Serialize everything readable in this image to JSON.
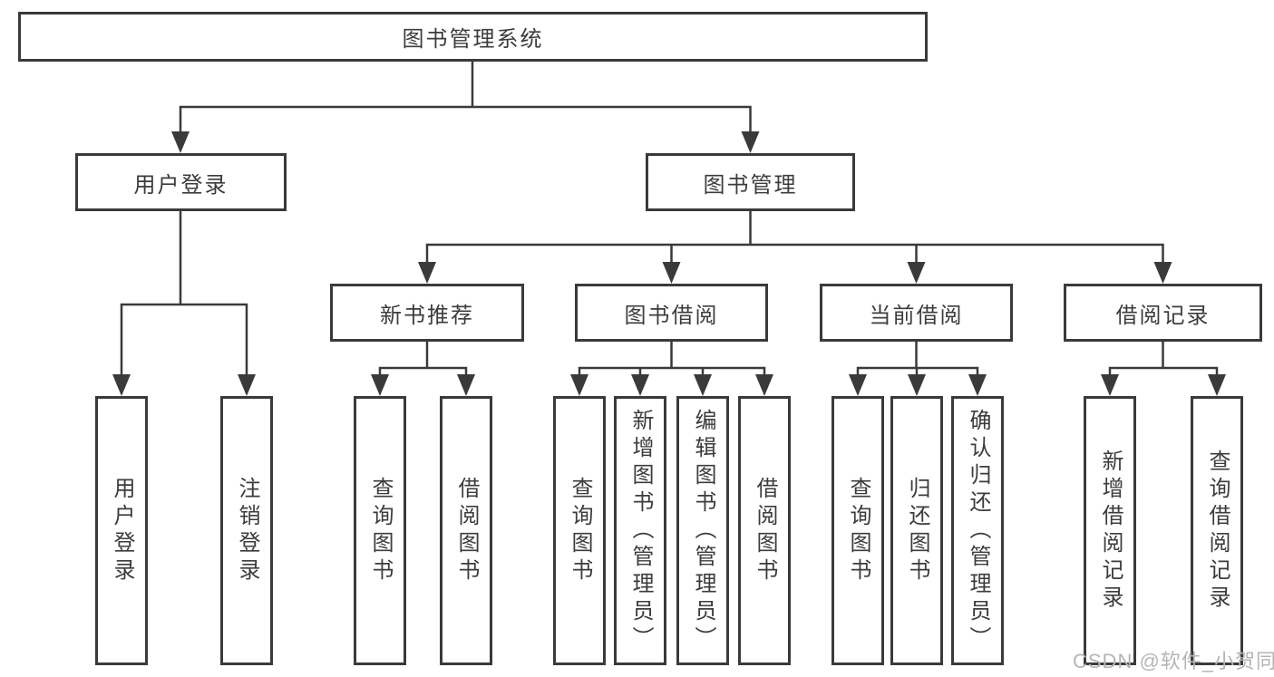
{
  "diagram": {
    "type": "hierarchy-tree",
    "nodes": {
      "root": {
        "label": "图书管理系统"
      },
      "user_login": {
        "label": "用户登录"
      },
      "book_mgmt": {
        "label": "图书管理"
      },
      "new_book_rec": {
        "label": "新书推荐"
      },
      "book_borrow": {
        "label": "图书借阅"
      },
      "current_borrow": {
        "label": "当前借阅"
      },
      "borrow_record": {
        "label": "借阅记录"
      },
      "leaf_user_login": {
        "label": "用户登录"
      },
      "leaf_logout": {
        "label": "注销登录"
      },
      "leaf_query_book_1": {
        "label": "查询图书"
      },
      "leaf_borrow_book_1": {
        "label": "借阅图书"
      },
      "leaf_query_book_2": {
        "label": "查询图书"
      },
      "leaf_add_book": {
        "label": "新增图书（管理员）"
      },
      "leaf_edit_book": {
        "label": "编辑图书（管理员）"
      },
      "leaf_borrow_book_2": {
        "label": "借阅图书"
      },
      "leaf_query_book_3": {
        "label": "查询图书"
      },
      "leaf_return_book": {
        "label": "归还图书"
      },
      "leaf_confirm_return": {
        "label": "确认归还（管理员）"
      },
      "leaf_add_record": {
        "label": "新增借阅记录"
      },
      "leaf_query_record": {
        "label": "查询借阅记录"
      }
    },
    "structure": {
      "root": [
        "user_login",
        "book_mgmt"
      ],
      "user_login": [
        "leaf_user_login",
        "leaf_logout"
      ],
      "book_mgmt": [
        "new_book_rec",
        "book_borrow",
        "current_borrow",
        "borrow_record"
      ],
      "new_book_rec": [
        "leaf_query_book_1",
        "leaf_borrow_book_1"
      ],
      "book_borrow": [
        "leaf_query_book_2",
        "leaf_add_book",
        "leaf_edit_book",
        "leaf_borrow_book_2"
      ],
      "current_borrow": [
        "leaf_query_book_3",
        "leaf_return_book",
        "leaf_confirm_return"
      ],
      "borrow_record": [
        "leaf_add_record",
        "leaf_query_record"
      ]
    },
    "colors": {
      "line": "#3a3a3a",
      "box_border": "#3a3a3a",
      "box_background": "#ffffff",
      "text": "#3c3c3c",
      "page_background": "#ffffff"
    }
  },
  "watermark": {
    "text": "CSDN @软件_小贺同学",
    "color": "#b5b5b5"
  }
}
